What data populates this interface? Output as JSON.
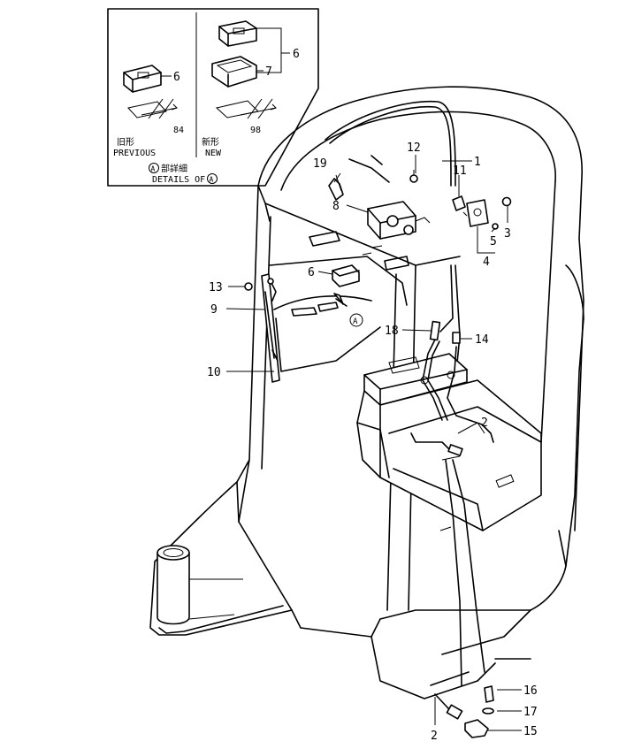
{
  "callouts": [
    {
      "id": "c1",
      "text": "1"
    },
    {
      "id": "c2a",
      "text": "2"
    },
    {
      "id": "c2b",
      "text": "2"
    },
    {
      "id": "c3",
      "text": "3"
    },
    {
      "id": "c4",
      "text": "4"
    },
    {
      "id": "c5",
      "text": "5"
    },
    {
      "id": "c6a",
      "text": "6"
    },
    {
      "id": "c6b",
      "text": "6"
    },
    {
      "id": "c6c",
      "text": "6"
    },
    {
      "id": "c7",
      "text": "7"
    },
    {
      "id": "c8",
      "text": "8"
    },
    {
      "id": "c9",
      "text": "9"
    },
    {
      "id": "c10",
      "text": "10"
    },
    {
      "id": "c11",
      "text": "11"
    },
    {
      "id": "c12",
      "text": "12"
    },
    {
      "id": "c13",
      "text": "13"
    },
    {
      "id": "c14",
      "text": "14"
    },
    {
      "id": "c15",
      "text": "15"
    },
    {
      "id": "c16",
      "text": "16"
    },
    {
      "id": "c17",
      "text": "17"
    },
    {
      "id": "c18",
      "text": "18"
    },
    {
      "id": "c19",
      "text": "19"
    }
  ],
  "detail_box": {
    "dim_previous": "84",
    "dim_new": "98",
    "previous_jp": "旧形",
    "previous_en": "PREVIOUS",
    "new_jp": "新形",
    "new_en": "NEW",
    "detail_marker": "A",
    "detail_jp": "部詳細",
    "detail_en": "DETAILS OF"
  },
  "view_marker": "A"
}
